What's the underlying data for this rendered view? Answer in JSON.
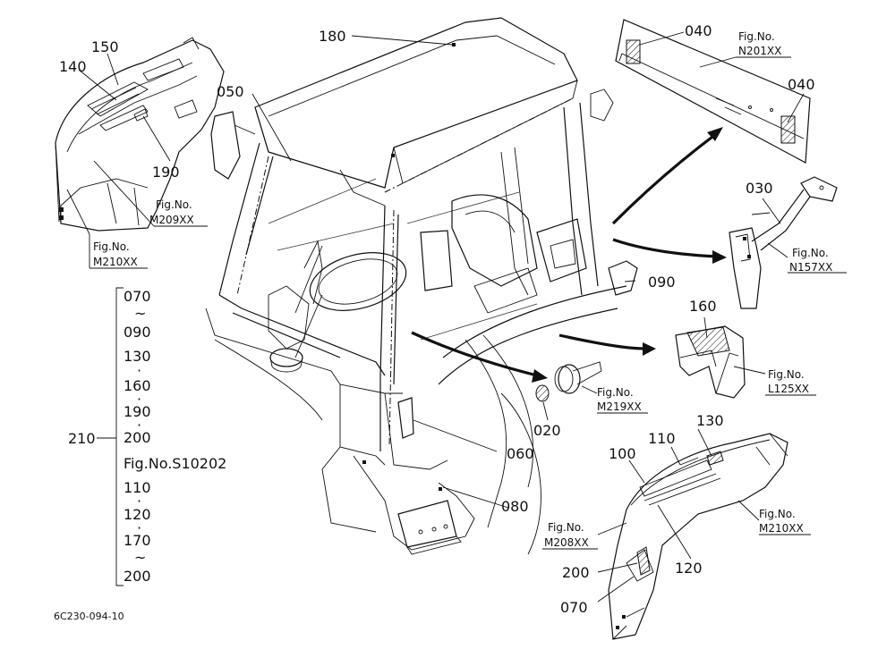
{
  "diagram": {
    "drawing_code": "6C230-094-10",
    "callouts": {
      "p020": "020",
      "p030": "030",
      "p040a": "040",
      "p040b": "040",
      "p050": "050",
      "p060": "060",
      "p070": "070",
      "p080": "080",
      "p090": "090",
      "p100": "100",
      "p110": "110",
      "p120": "120",
      "p130": "130",
      "p140": "140",
      "p150": "150",
      "p160": "160",
      "p180": "180",
      "p190": "190",
      "p200": "200"
    },
    "fig_refs": {
      "label": "Fig.No.",
      "m209": "M209XX",
      "m210_left": "M210XX",
      "n201": "N201XX",
      "n157": "N157XX",
      "l125": "L125XX",
      "m219": "M219XX",
      "m208": "M208XX",
      "m210_right": "M210XX"
    },
    "assembly_210": {
      "number": "210",
      "items": [
        "070",
        "~",
        "090",
        "130",
        "·",
        "160",
        "·",
        "190",
        "·",
        "200",
        "Fig.No.S10202",
        "110",
        "·",
        "120",
        "·",
        "170",
        "~",
        "200"
      ]
    }
  }
}
